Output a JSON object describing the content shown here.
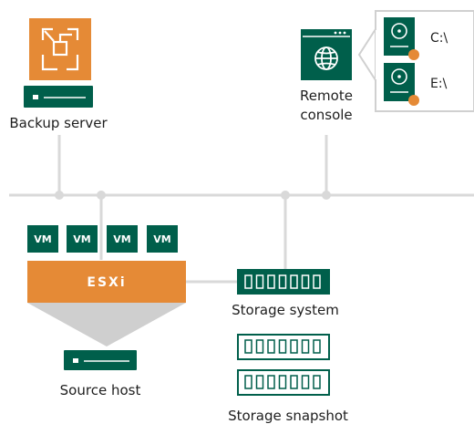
{
  "colors": {
    "green": "#005f4b",
    "orange": "#e58a36",
    "line": "#d9d9d9",
    "cone": "#cfcfcf",
    "panel_border": "#d0d0d0"
  },
  "backup_server": {
    "label": "Backup server",
    "icon": "backup-app-icon"
  },
  "remote_console": {
    "label_line1": "Remote",
    "label_line2": "console",
    "icon": "globe-window-icon"
  },
  "drives": [
    {
      "label": "C:\\",
      "icon": "disk-drive-icon"
    },
    {
      "label": "E:\\",
      "icon": "disk-drive-icon"
    }
  ],
  "vms": [
    "VM",
    "VM",
    "VM",
    "VM"
  ],
  "esxi": {
    "label": "ESXi"
  },
  "source_host": {
    "label": "Source host"
  },
  "storage_system": {
    "label": "Storage system"
  },
  "storage_snapshot": {
    "label": "Storage snapshot"
  }
}
